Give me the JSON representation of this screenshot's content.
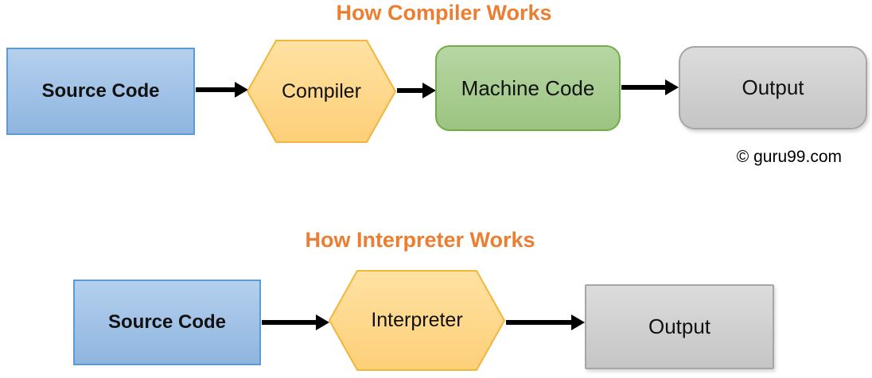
{
  "compiler_flow": {
    "title": "How Compiler Works",
    "nodes": {
      "source_code": "Source Code",
      "compiler": "Compiler",
      "machine_code": "Machine Code",
      "output": "Output"
    },
    "copyright": "© guru99.com"
  },
  "interpreter_flow": {
    "title": "How Interpreter Works",
    "nodes": {
      "source_code": "Source Code",
      "interpreter": "Interpreter",
      "output": "Output"
    }
  },
  "colors": {
    "title_orange": "#ed7d31",
    "blue_fill_top": "#b4d0ed",
    "blue_fill_bottom": "#8fb5e0",
    "blue_border": "#5b9bd5",
    "orange_fill_top": "#ffe2a2",
    "orange_fill_bottom": "#fdcf78",
    "orange_border": "#f0b63d",
    "green_fill_top": "#b7d6a3",
    "green_fill_bottom": "#9cc481",
    "green_border": "#70ad47",
    "gray_fill_top": "#dcdcdc",
    "gray_fill_bottom": "#c5c5c5",
    "gray_border": "#a6a6a6",
    "arrow_black": "#000000"
  }
}
